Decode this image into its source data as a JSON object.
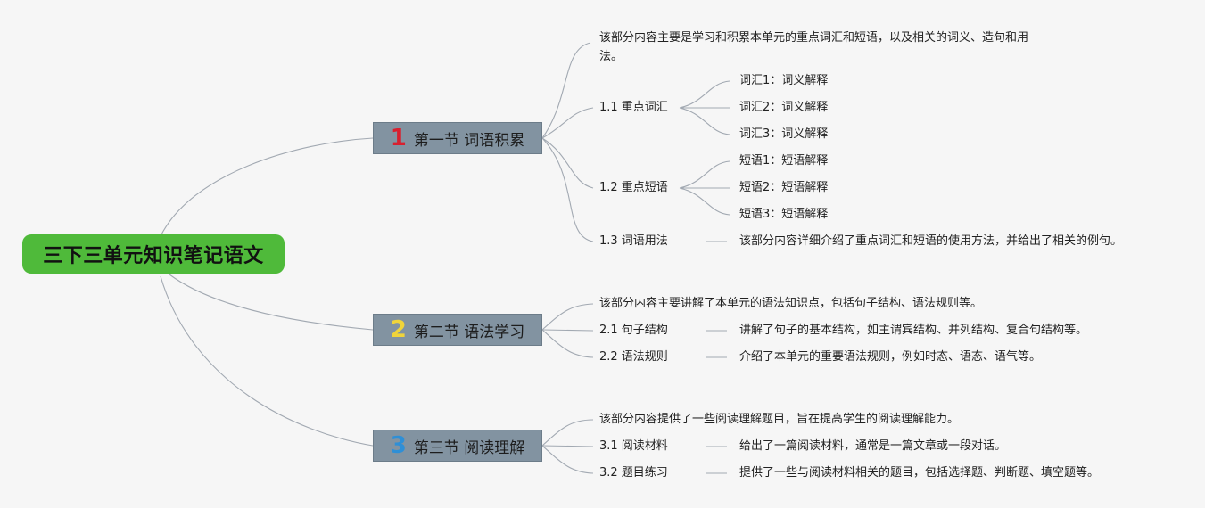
{
  "root": {
    "title": "三下三单元知识笔记语文"
  },
  "sections": [
    {
      "number": "1",
      "number_color": "#d8202f",
      "title": "第一节 词语积累",
      "summary": "该部分内容主要是学习和积累本单元的重点词汇和短语，以及相关的词义、造句和用法。",
      "items": [
        {
          "label": "1.1 重点词汇",
          "children": [
            "词汇1：词义解释",
            "词汇2：词义解释",
            "词汇3：词义解释"
          ]
        },
        {
          "label": "1.2 重点短语",
          "children": [
            "短语1：短语解释",
            "短语2：短语解释",
            "短语3：短语解释"
          ]
        },
        {
          "label": "1.3 词语用法",
          "children": [
            "该部分内容详细介绍了重点词汇和短语的使用方法，并给出了相关的例句。"
          ]
        }
      ]
    },
    {
      "number": "2",
      "number_color": "#f0d43a",
      "title": "第二节 语法学习",
      "summary": "该部分内容主要讲解了本单元的语法知识点，包括句子结构、语法规则等。",
      "items": [
        {
          "label": "2.1 句子结构",
          "children": [
            "讲解了句子的基本结构，如主谓宾结构、并列结构、复合句结构等。"
          ]
        },
        {
          "label": "2.2 语法规则",
          "children": [
            "介绍了本单元的重要语法规则，例如时态、语态、语气等。"
          ]
        }
      ]
    },
    {
      "number": "3",
      "number_color": "#2f8fd6",
      "title": "第三节 阅读理解",
      "summary": "该部分内容提供了一些阅读理解题目，旨在提高学生的阅读理解能力。",
      "items": [
        {
          "label": "3.1 阅读材料",
          "children": [
            "给出了一篇阅读材料，通常是一篇文章或一段对话。"
          ]
        },
        {
          "label": "3.2 题目练习",
          "children": [
            "提供了一些与阅读材料相关的题目，包括选择题、判断题、填空题等。"
          ]
        }
      ]
    }
  ]
}
